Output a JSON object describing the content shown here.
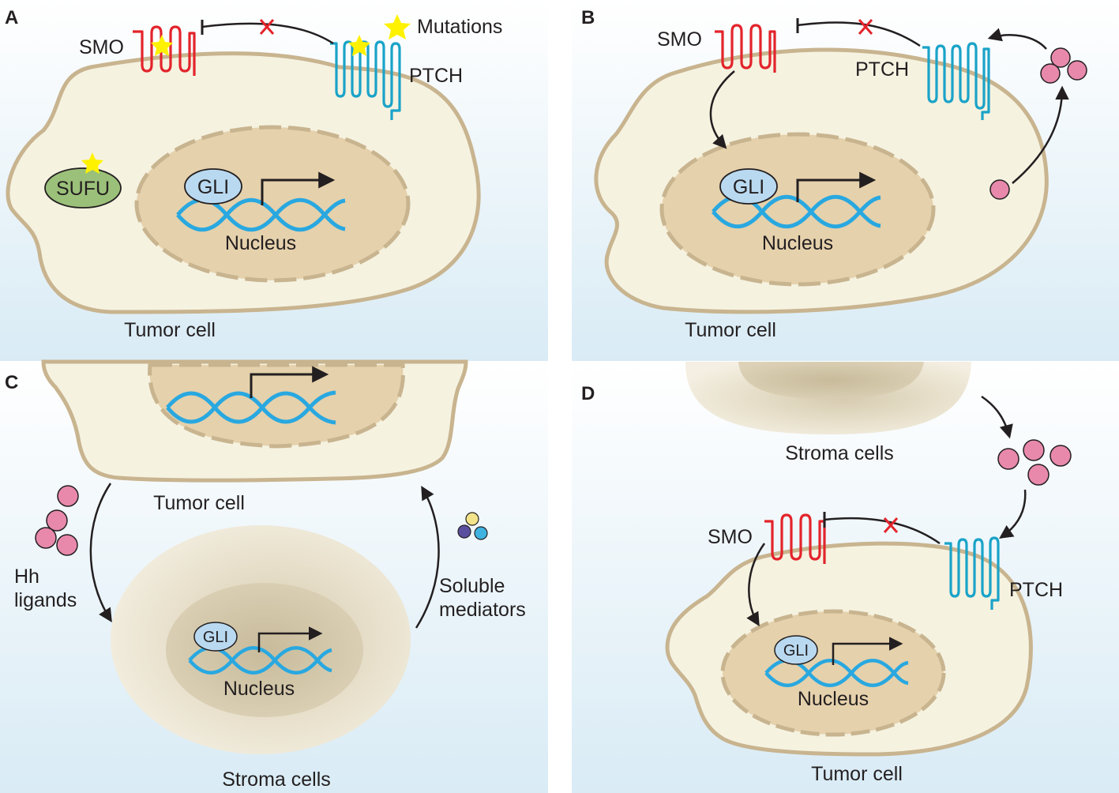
{
  "panels": {
    "a": {
      "letter": "A",
      "smo": "SMO",
      "ptch": "PTCH",
      "mutations": "Mutations",
      "sufu": "SUFU",
      "gli": "GLI",
      "nucleus": "Nucleus",
      "cell": "Tumor cell"
    },
    "b": {
      "letter": "B",
      "smo": "SMO",
      "ptch": "PTCH",
      "gli": "GLI",
      "nucleus": "Nucleus",
      "cell": "Tumor cell"
    },
    "c": {
      "letter": "C",
      "tumor_cell": "Tumor cell",
      "hh_line1": "Hh",
      "hh_line2": "ligands",
      "soluble_line1": "Soluble",
      "soluble_line2": "mediators",
      "gli": "GLI",
      "nucleus": "Nucleus",
      "stroma": "Stroma cells"
    },
    "d": {
      "letter": "D",
      "stroma": "Stroma cells",
      "smo": "SMO",
      "ptch": "PTCH",
      "gli": "GLI",
      "nucleus": "Nucleus",
      "cell": "Tumor cell"
    }
  },
  "colors": {
    "smo": "#e3242b",
    "ptch": "#1aa3c8",
    "ligand": "#e889ab",
    "star": "#fff200",
    "dna": "#29a8e0",
    "cytoplasm": "#f5f2e0",
    "nucleus": "#e5d1ac",
    "membrane": "#c8b48f",
    "sufu": "#9bc07a",
    "gli": "#b9d9f0"
  }
}
